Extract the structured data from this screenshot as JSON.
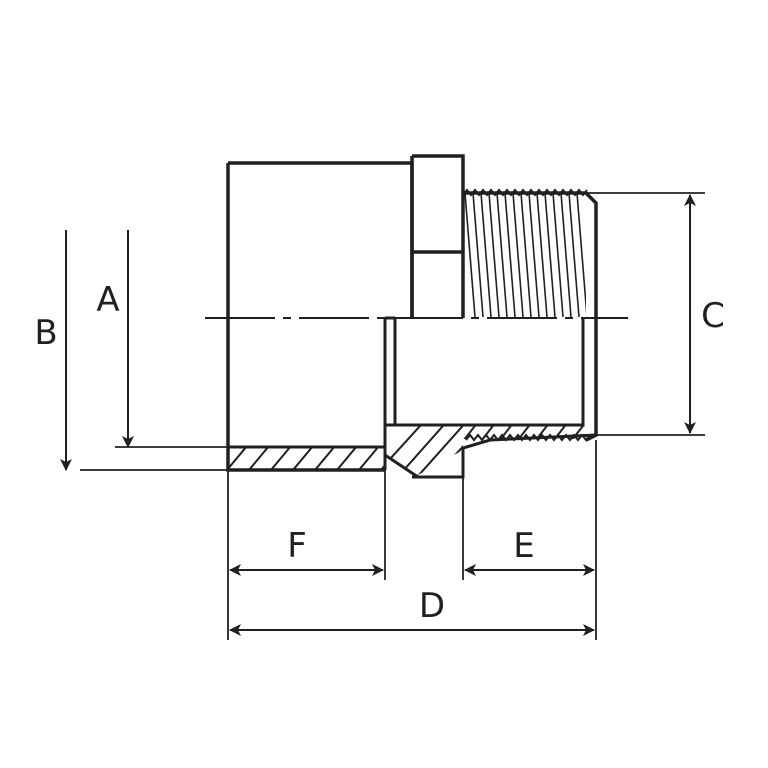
{
  "diagram": {
    "line_color": "#231f20",
    "background": "#ffffff",
    "dimension_labels": {
      "A": "A",
      "B": "B",
      "C": "C",
      "D": "D",
      "E": "E",
      "F": "F"
    }
  }
}
